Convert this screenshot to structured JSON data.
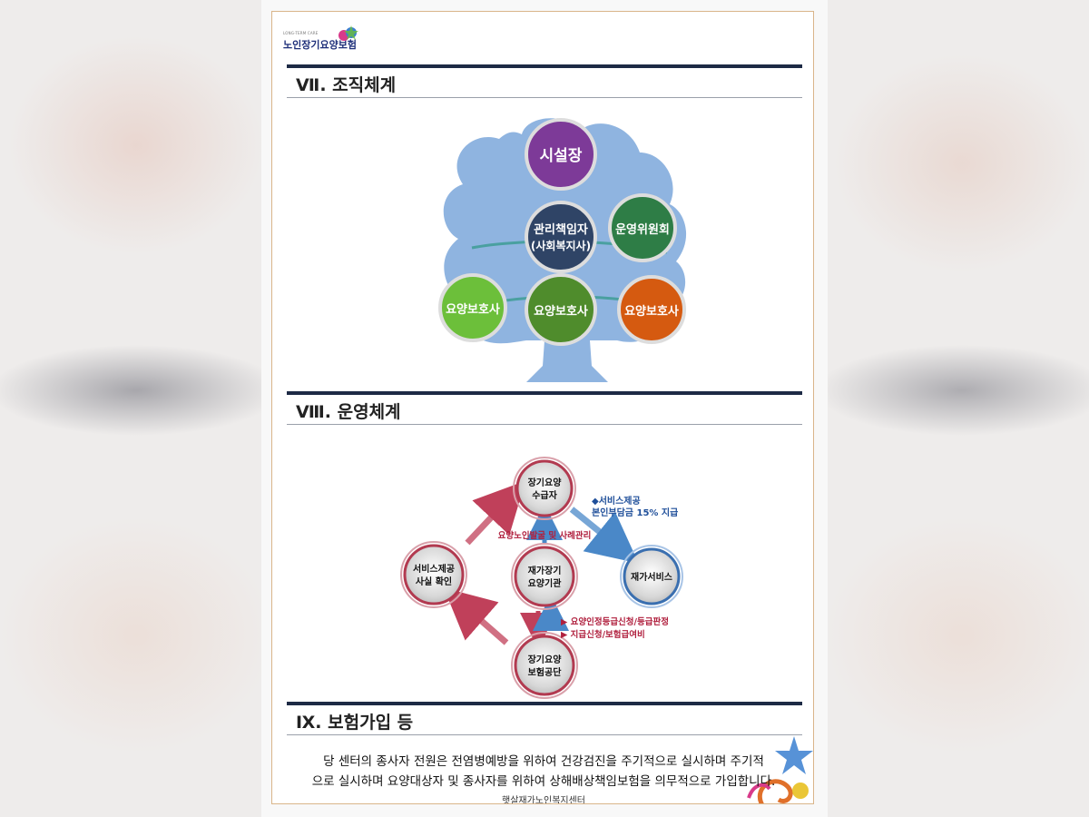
{
  "logo": {
    "small_text": "LONG-TERM CARE",
    "main_text": "노인장기요양보험"
  },
  "sections": {
    "org": {
      "title": "Ⅶ.  조직체계"
    },
    "ops": {
      "title": "Ⅷ.  운영체계"
    },
    "ins": {
      "title": "Ⅸ.  보험가입 등"
    }
  },
  "org_chart": {
    "head": "시설장",
    "manager_line1": "관리책임자",
    "manager_line2": "(사회복지사)",
    "committee": "운영위원회",
    "caregiver_left": "요양보호사",
    "caregiver_center": "요양보호사",
    "caregiver_right": "요양보호사",
    "colors": {
      "tree": "#8fb4e0",
      "head": "#7d3a98",
      "manager": "#2f4466",
      "committee": "#2e7d46",
      "caregiver_left": "#6cbf3a",
      "caregiver_center": "#4f8c2c",
      "caregiver_right": "#d55a10"
    }
  },
  "flow_chart": {
    "top_line1": "장기요양",
    "top_line2": "수급자",
    "left_line1": "서비스제공",
    "left_line2": "사실 확인",
    "center_line1": "재가장기",
    "center_line2": "요양기관",
    "right": "재가서비스",
    "bottom_line1": "장기요양",
    "bottom_line2": "보험공단",
    "label_tr_line1": "◆서비스제공",
    "label_tr_line2": "본인부담금 15% 지급",
    "label_mid": "요양노인발굴 및 사례관리",
    "label_br_line1": "▶ 요양인정등급신청/등급판정",
    "label_br_line2": "▶ 지급신청/보험급여비",
    "colors": {
      "red_arrow": "#c0405a",
      "blue_arrow": "#4a88c8",
      "blue_text": "#1f4f9a",
      "red_text": "#b0203e"
    }
  },
  "insurance": {
    "line1": "당 센터의 종사자 전원은 전염병예방을 위하여 건강검진을 주기적으로 실시하며 주기적",
    "line2": "으로 실시하며 요양대상자 및 종사자를 위하여 상해배상책임보험을 의무적으로 가입합니다."
  },
  "footer": "햇살재가노인복지센터"
}
